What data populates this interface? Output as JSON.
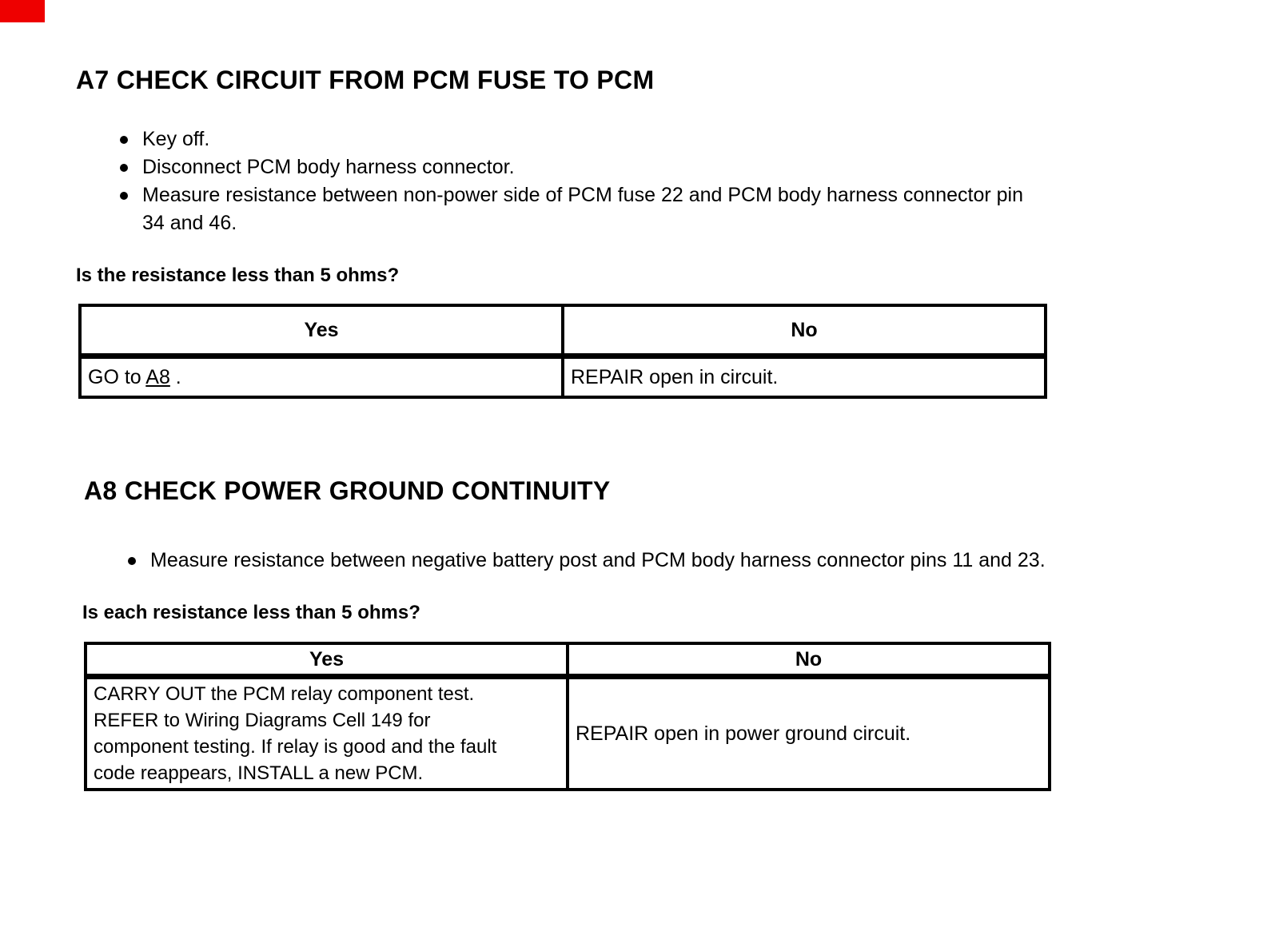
{
  "page": {
    "background": "#ffffff",
    "text_color": "#000000",
    "corner_marker_color": "#ee0000"
  },
  "sections": [
    {
      "heading": "A7 CHECK CIRCUIT FROM PCM FUSE TO PCM",
      "bullets": [
        "Key off.",
        "Disconnect PCM body harness connector.",
        "Measure resistance between non-power side of PCM fuse 22 and PCM body harness connector pin\n34 and 46."
      ],
      "question": "Is the resistance less than 5 ohms?",
      "table": {
        "headers": [
          "Yes",
          "No"
        ],
        "yes_prefix": "GO to ",
        "yes_link_text": "A8",
        "yes_suffix": " .",
        "no_text": "REPAIR open in circuit."
      }
    },
    {
      "heading": "A8 CHECK POWER GROUND CONTINUITY",
      "bullets": [
        "Measure resistance between negative battery post and PCM body harness connector pins 11 and 23."
      ],
      "question": "Is each resistance less than 5 ohms?",
      "table": {
        "headers": [
          "Yes",
          "No"
        ],
        "yes_text": "CARRY OUT the PCM relay component test.\nREFER to Wiring Diagrams Cell 149 for\ncomponent testing. If relay is good and the fault\ncode reappears, INSTALL a new PCM.",
        "no_text": "REPAIR open in power ground circuit."
      }
    }
  ]
}
